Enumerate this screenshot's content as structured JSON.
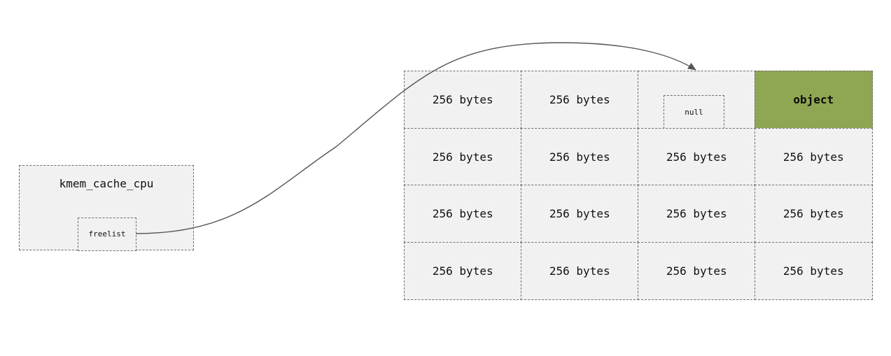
{
  "cpu_cache": {
    "title": "kmem_cache_cpu",
    "freelist_label": "freelist"
  },
  "slab": {
    "cells": [
      {
        "label": "256 bytes",
        "kind": "chunk"
      },
      {
        "label": "256 bytes",
        "kind": "chunk"
      },
      {
        "label": "null",
        "kind": "free"
      },
      {
        "label": "object",
        "kind": "object"
      },
      {
        "label": "256 bytes",
        "kind": "chunk"
      },
      {
        "label": "256 bytes",
        "kind": "chunk"
      },
      {
        "label": "256 bytes",
        "kind": "chunk"
      },
      {
        "label": "256 bytes",
        "kind": "chunk"
      },
      {
        "label": "256 bytes",
        "kind": "chunk"
      },
      {
        "label": "256 bytes",
        "kind": "chunk"
      },
      {
        "label": "256 bytes",
        "kind": "chunk"
      },
      {
        "label": "256 bytes",
        "kind": "chunk"
      },
      {
        "label": "256 bytes",
        "kind": "chunk"
      },
      {
        "label": "256 bytes",
        "kind": "chunk"
      },
      {
        "label": "256 bytes",
        "kind": "chunk"
      },
      {
        "label": "256 bytes",
        "kind": "chunk"
      }
    ]
  },
  "colors": {
    "object_fill": "#8fa653",
    "cell_fill": "#f1f1f1",
    "border": "#6f6f6f",
    "arrow": "#555555"
  }
}
